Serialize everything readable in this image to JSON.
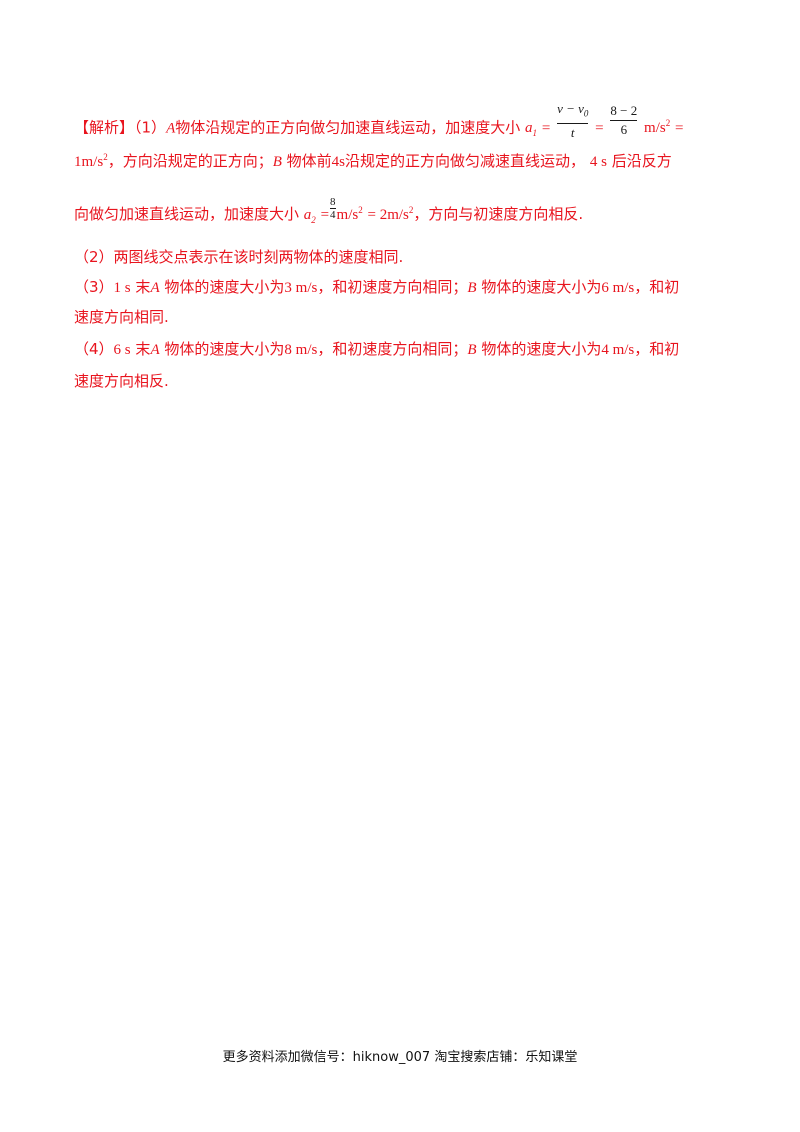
{
  "analysis": {
    "label": "【解析】",
    "p1": {
      "number": "（1）",
      "a_obj": "A",
      "text1": "物体沿规定的正方向做匀加速直线运动，加速度大小",
      "a1_sym": "a",
      "a1_sub": "1",
      "eq": "=",
      "frac1_num": "v − v",
      "frac1_num_sub": "0",
      "frac1_den": "t",
      "frac2_num": "8 − 2",
      "frac2_den": "6",
      "unit": "m/s",
      "unit_sup": "2",
      "eq2": "=",
      "line2_val": "1m/s",
      "line2_sup": "2",
      "line2_text": "，方向沿规定的正方向；",
      "b_obj": "B",
      "line2_text2": "物体前",
      "line2_time": "4s",
      "line2_text3": "沿规定的正方向做匀减速直线运动，",
      "line2_time2": "4 s",
      "line2_text4": "后沿反方",
      "line3_text": "向做匀加速直线运动，加速度大小",
      "a2_sym": "a",
      "a2_sub": "2",
      "eq3": "=",
      "frac3_num": "8",
      "frac3_den": "4",
      "line3_unit": "m/s",
      "line3_unit_sup": "2",
      "line3_eq": "= 2m/s",
      "line3_eq_sup": "2",
      "line3_tail": "，方向与初速度方向相反."
    },
    "p2": "（2）两图线交点表示在该时刻两物体的速度相同.",
    "p3": {
      "lead": "（3）",
      "t": "1 s",
      "mid1": "末",
      "a": "A",
      "mid2": "物体的速度大小为",
      "va": "3 m/s",
      "mid3": "，和初速度方向相同；",
      "b": "B",
      "mid4": "物体的速度大小为",
      "vb": "6 m/s",
      "mid5": "，和初",
      "line2": "速度方向相同."
    },
    "p4": {
      "lead": "（4）",
      "t": "6 s",
      "mid1": "末",
      "a": "A",
      "mid2": "物体的速度大小为",
      "va": "8 m/s",
      "mid3": "，和初速度方向相同；",
      "b": "B",
      "mid4": "物体的速度大小为",
      "vb": "4 m/s",
      "mid5": "，和初",
      "line2": "速度方向相反."
    }
  },
  "footer": {
    "text": "更多资料添加微信号：hiknow_007  淘宝搜索店铺：乐知课堂"
  },
  "colors": {
    "accent": "#e8141e",
    "text": "#1a1a1a"
  }
}
